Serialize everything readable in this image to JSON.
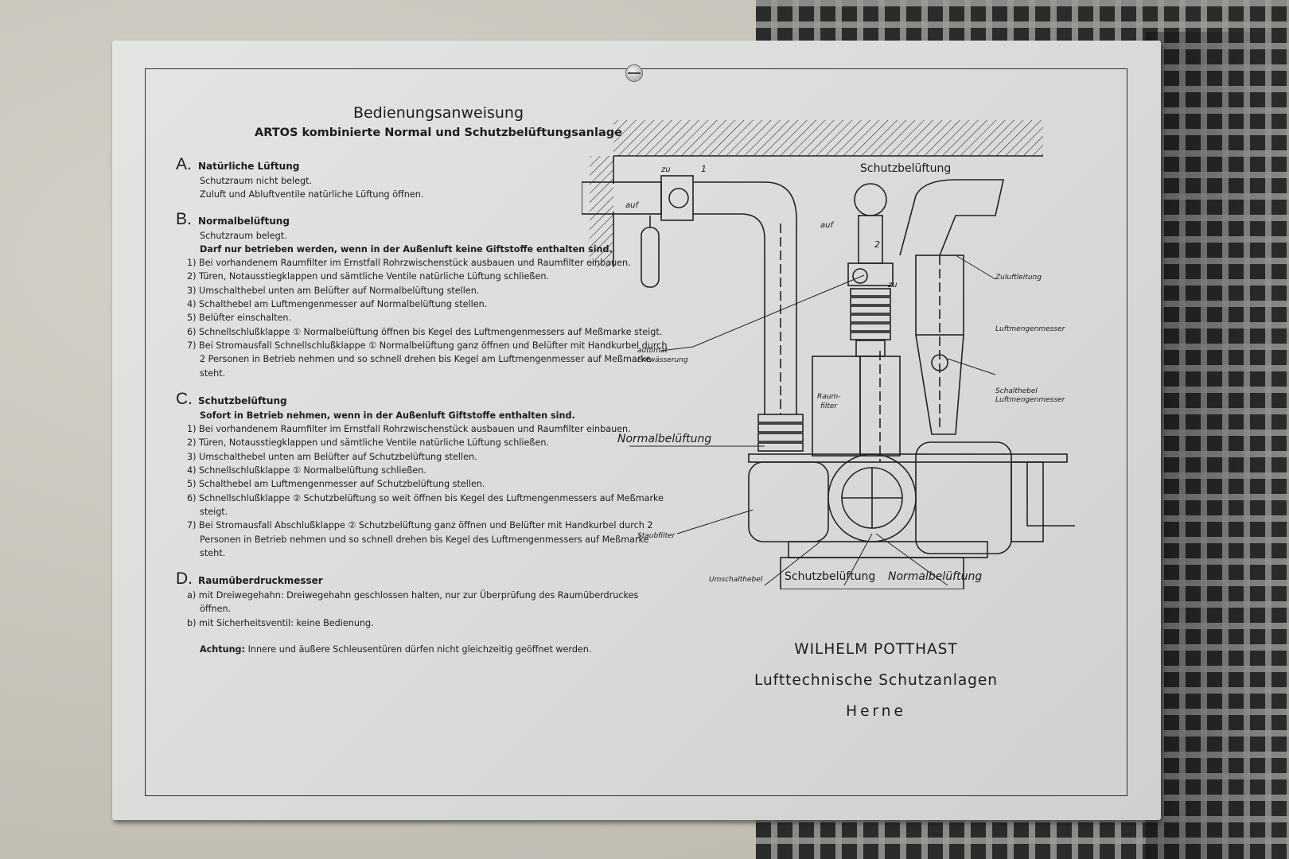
{
  "plate": {
    "title": "Bedienungsanweisung",
    "subtitle": "ARTOS kombinierte Normal und Schutzbelüftungsanlage",
    "sections": [
      {
        "letter": "A.",
        "name": "Natürliche Lüftung",
        "lines": [
          "Schutzraum nicht belegt.",
          "Zuluft und Abluftventile natürliche Lüftung öffnen."
        ]
      },
      {
        "letter": "B.",
        "name": "Normalbelüftung",
        "lines": [
          "Schutzraum belegt."
        ],
        "bold": "Darf nur betrieben werden, wenn in der Außenluft keine Giftstoffe enthalten sind.",
        "items": [
          "1) Bei vorhandenem Raumfilter im Ernstfall Rohrzwischenstück ausbauen und Raumfilter einbauen.",
          "2) Türen, Notausstiegklappen und sämtliche Ventile natürliche Lüftung schließen.",
          "3) Umschalthebel unten am Belüfter auf Normalbelüftung stellen.",
          "4) Schalthebel am Luftmengenmesser auf Normalbelüftung stellen.",
          "5) Belüfter einschalten.",
          "6) Schnellschlußklappe ① Normalbelüftung öffnen bis Kegel des Luftmengenmessers auf Meßmarke steigt.",
          "7) Bei Stromausfall Schnellschlußklappe ① Normalbelüftung ganz öffnen und Belüfter mit Handkurbel durch 2 Personen in Betrieb nehmen und so schnell drehen bis Kegel am Luftmengenmesser auf Meßmarke steht."
        ]
      },
      {
        "letter": "C.",
        "name": "Schutzbelüftung",
        "bold": "Sofort in Betrieb nehmen, wenn in der Außenluft Giftstoffe enthalten sind.",
        "items": [
          "1) Bei vorhandenem Raumfilter im Ernstfall Rohrzwischenstück ausbauen und Raumfilter einbauen.",
          "2) Türen, Notausstiegklappen und sämtliche Ventile natürliche Lüftung schließen.",
          "3) Umschalthebel unten am Belüfter auf Schutzbelüftung stellen.",
          "4) Schnellschlußklappe ① Normalbelüftung schließen.",
          "5) Schalthebel am Luftmengenmesser auf Schutzbelüftung stellen.",
          "6) Schnellschlußklappe ② Schutzbelüftung so weit öffnen bis Kegel des Luftmengenmessers auf Meßmarke steigt.",
          "7) Bei Stromausfall Abschlußklappe ② Schutzbelüftung ganz öffnen und Belüfter mit Handkurbel durch 2 Personen in Betrieb nehmen und so schnell drehen bis Kegel des Luftmengenmessers auf Meßmarke steht."
        ]
      },
      {
        "letter": "D.",
        "name": "Raumüberdruckmesser",
        "items": [
          "a) mit Dreiwegehahn: Dreiwegehahn geschlossen halten, nur zur Überprüfung des Raumüberdruckes öffnen.",
          "b) mit Sicherheitsventil: keine Bedienung."
        ]
      }
    ],
    "note_label": "Achtung:",
    "note_text": "Innere und äußere Schleusentüren dürfen nicht gleichzeitig geöffnet werden.",
    "diagram_labels": {
      "schutz_top": "Schutzbelüftung",
      "zu1": "zu",
      "auf1": "auf",
      "auf2": "auf",
      "zu2": "zu",
      "zuluft": "Zuluftleitung",
      "luftmengenmesser": "Luftmengenmesser",
      "autom": "automat",
      "entw": "Entwässerung",
      "raum": "Raum-",
      "filter": "filter",
      "schalthebel": "Schalthebel",
      "schalthebel2": "Luftmengenmesser",
      "normal_left": "Normalbelüftung",
      "staubfilter": "Staubfilter",
      "umschalthebel": "Umschalthebel",
      "schutz_bottom": "Schutzbelüftung",
      "normal_bottom": "Normalbelüftung",
      "n1": "1",
      "n2": "2"
    },
    "maker": {
      "name": "WILHELM POTTHAST",
      "line2": "Lufttechnische Schutzanlagen",
      "city": "Herne"
    }
  }
}
